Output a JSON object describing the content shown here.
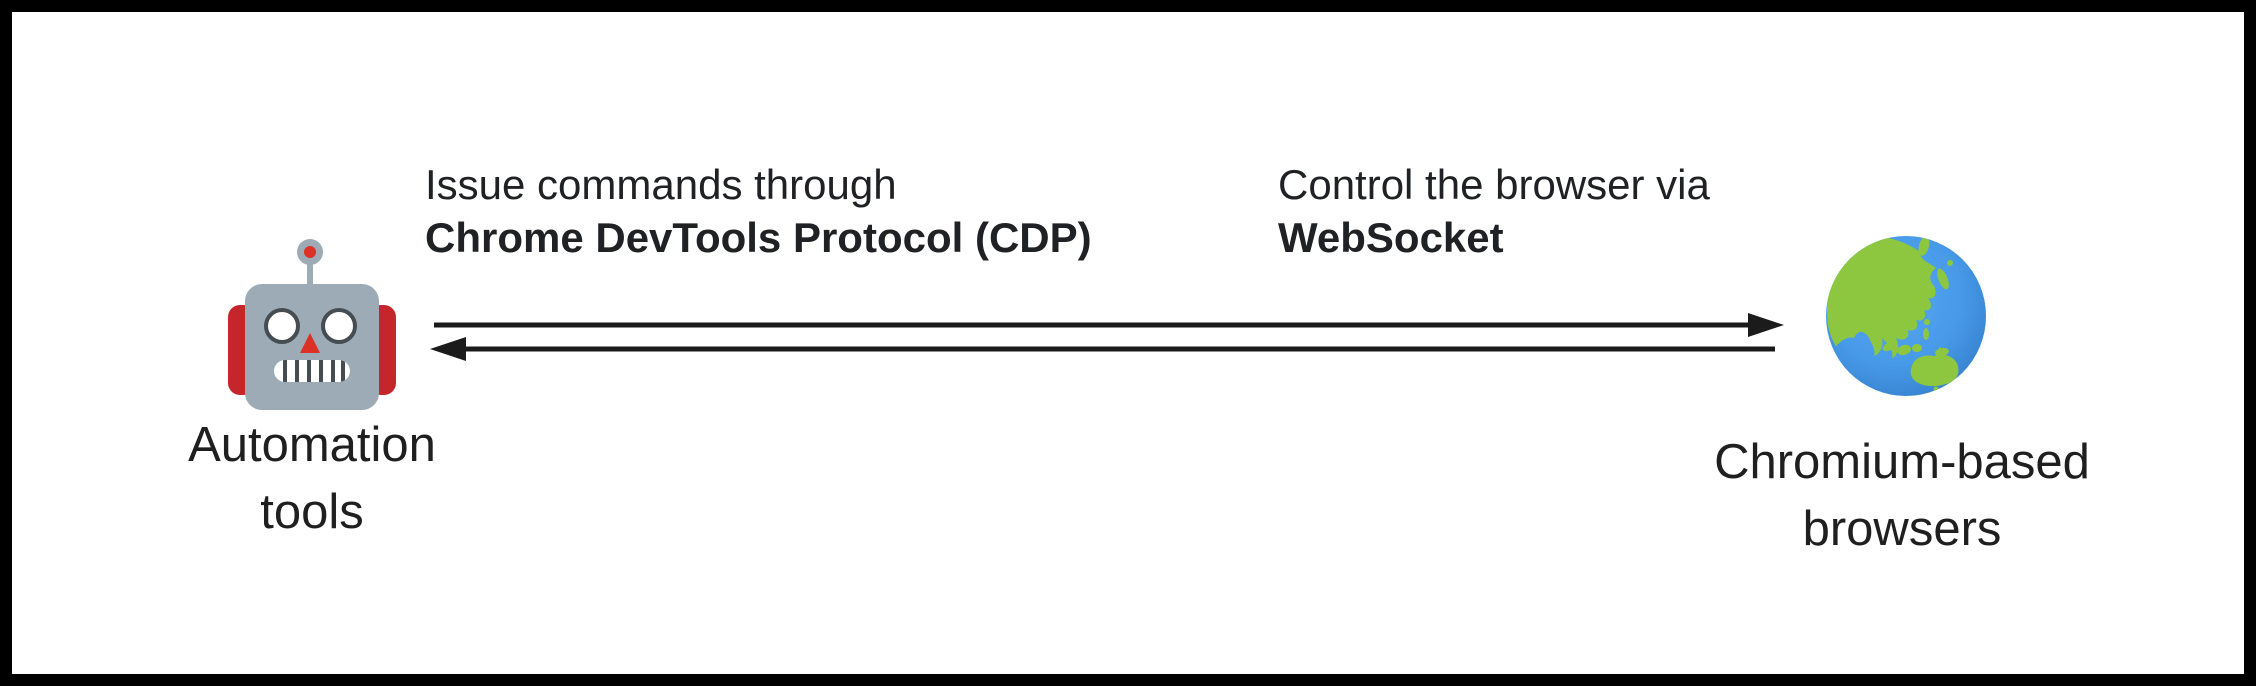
{
  "nodes": {
    "left": {
      "icon": "robot-icon",
      "label_line1": "Automation",
      "label_line2": "tools"
    },
    "right": {
      "icon": "globe-asia-australia-icon",
      "label_line1": "Chromium-based",
      "label_line2": "browsers"
    }
  },
  "captions": {
    "forward": {
      "line1": "Issue commands through",
      "line2_bold": "Chrome DevTools Protocol (CDP)"
    },
    "reverse": {
      "line1": "Control the browser via",
      "line2_bold": "WebSocket"
    }
  },
  "arrows": {
    "top_direction": "right",
    "bottom_direction": "left",
    "color": "#1b1b1b"
  },
  "colors": {
    "background": "#ffffff",
    "border": "#000000",
    "text": "#202124",
    "robot_head_gray": "#9dabb6",
    "robot_ear_red": "#c5262c",
    "robot_nose_red": "#dc3127",
    "robot_eye_stroke": "#454c52",
    "globe_green": "#8dc63f",
    "globe_blue": "#4a97e5",
    "globe_blue_dark": "#2f77c4"
  }
}
